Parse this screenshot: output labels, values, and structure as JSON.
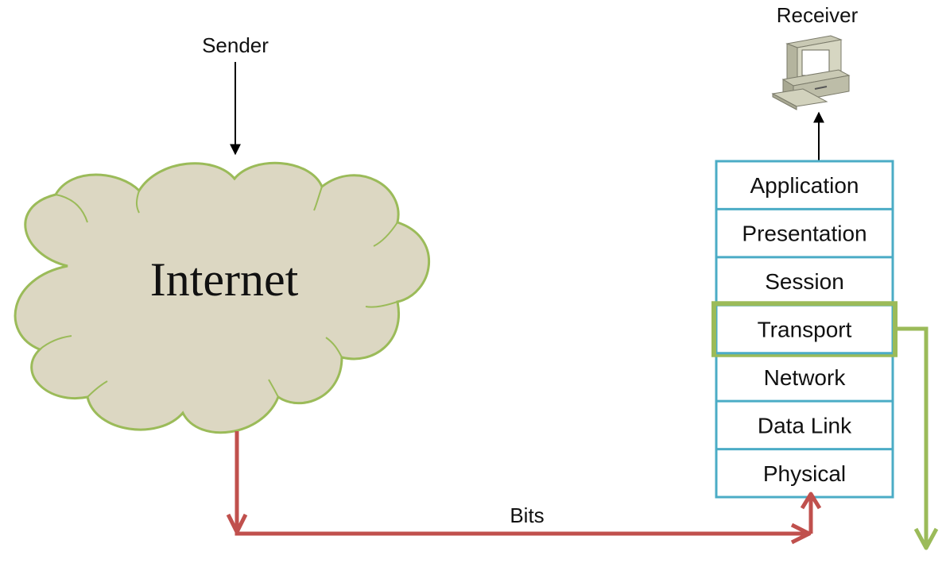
{
  "sender_label": "Sender",
  "receiver_label": "Receiver",
  "cloud_label": "Internet",
  "bits_label": "Bits",
  "osi_layers": [
    {
      "name": "Application"
    },
    {
      "name": "Presentation"
    },
    {
      "name": "Session"
    },
    {
      "name": "Transport",
      "highlighted": true
    },
    {
      "name": "Network"
    },
    {
      "name": "Data Link"
    },
    {
      "name": "Physical"
    }
  ],
  "colors": {
    "cloud_fill": "#dcd7c2",
    "cloud_outline": "#9bbb59",
    "layer_border": "#4bacc6",
    "highlight_border": "#9bbb59",
    "bits_arrow": "#c0504d",
    "transport_arrow": "#9bbb59",
    "black_arrow": "#000000"
  },
  "icons": {
    "receiver": "desktop-computer-icon"
  }
}
